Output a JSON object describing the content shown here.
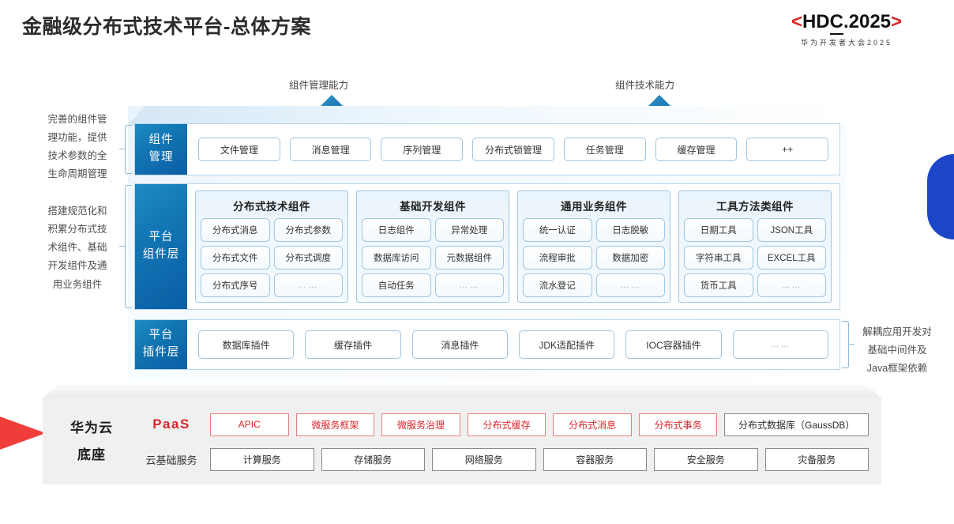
{
  "header": {
    "title": "金融级分布式技术平台-总体方案",
    "logo_open_bracket": "<",
    "logo_text_a": "HD",
    "logo_text_b": "C",
    "logo_text_c": ".2025",
    "logo_close_bracket": ">",
    "logo_subtitle": "华为开发者大会2025"
  },
  "arrows": {
    "left_caption": "组件管理能力",
    "right_caption": "组件技术能力"
  },
  "notes": {
    "left_top": "完善的组件管\n理功能，提供\n技术参数的全\n生命周期管理",
    "left_bottom": "搭建规范化和\n积累分布式技\n术组件、基础\n开发组件及通\n用业务组件",
    "right": "解耦应用开发对\n基础中间件及\nJava框架依赖"
  },
  "component_management": {
    "label": "组件\n管理",
    "items": [
      "文件管理",
      "消息管理",
      "序列管理",
      "分布式锁管理",
      "任务管理",
      "缓存管理",
      "++"
    ]
  },
  "platform_component_layer": {
    "label": "平台\n组件层",
    "groups": [
      {
        "title": "分布式技术组件",
        "items": [
          "分布式消息",
          "分布式参数",
          "分布式文件",
          "分布式调度",
          "分布式序号",
          "……"
        ]
      },
      {
        "title": "基础开发组件",
        "items": [
          "日志组件",
          "异常处理",
          "数据库访问",
          "元数据组件",
          "自动任务",
          "……"
        ]
      },
      {
        "title": "通用业务组件",
        "items": [
          "统一认证",
          "日志脱敏",
          "流程审批",
          "数据加密",
          "流水登记",
          "……"
        ]
      },
      {
        "title": "工具方法类组件",
        "items": [
          "日期工具",
          "JSON工具",
          "字符串工具",
          "EXCEL工具",
          "货币工具",
          "……"
        ]
      }
    ]
  },
  "platform_plugin_layer": {
    "label": "平台\n插件层",
    "items": [
      "数据库插件",
      "缓存插件",
      "消息插件",
      "JDK适配插件",
      "IOC容器插件",
      "……"
    ]
  },
  "cloud_base": {
    "label": "华为云\n底座",
    "paas_label": "PaaS",
    "paas_items": [
      "APIC",
      "微服务框架",
      "微服务治理",
      "分布式缓存",
      "分布式消息",
      "分布式事务"
    ],
    "paas_neutral_item": "分布式数据库（GaussDB）",
    "basic_label": "云基础服务",
    "basic_items": [
      "计算服务",
      "存储服务",
      "网络服务",
      "容器服务",
      "安全服务",
      "灾备服务"
    ]
  },
  "colors": {
    "brand_red": "#d9262c",
    "brand_blue": "#0b5ea3",
    "accent_blue": "#1b46c8",
    "decor_red": "#ef3e3a",
    "chip_border": "#9fc6e2",
    "base_gray": "#f0f0f0"
  }
}
